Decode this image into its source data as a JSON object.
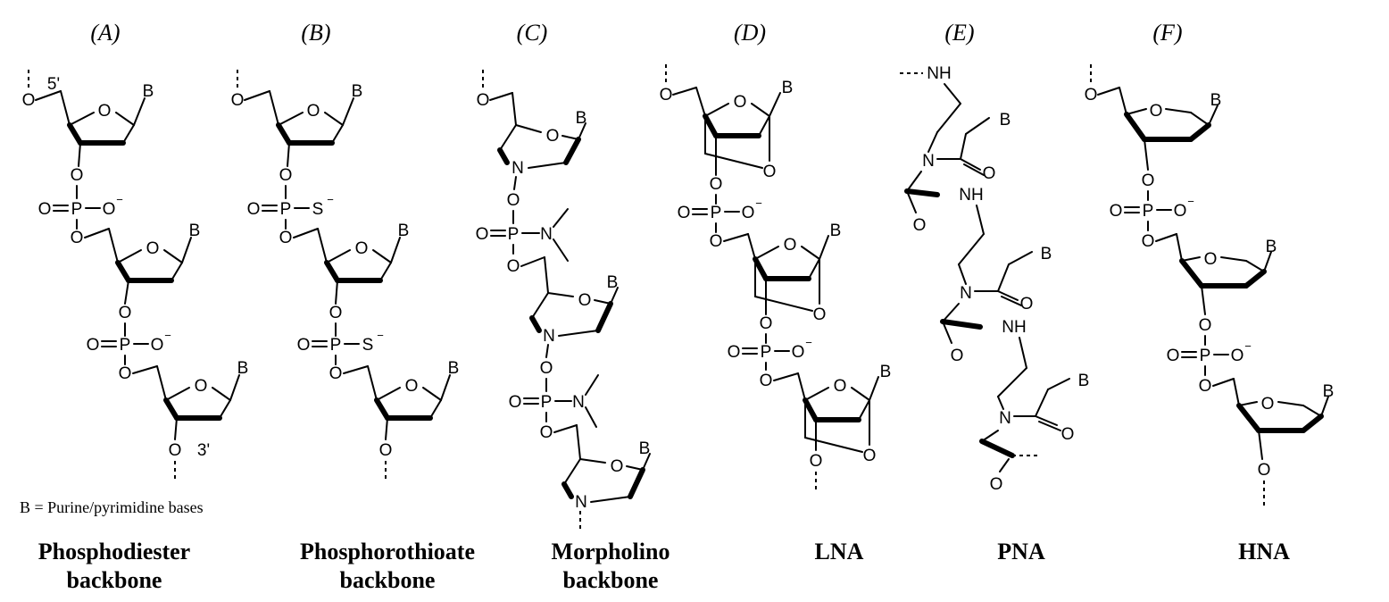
{
  "panels": [
    {
      "label": "(A)",
      "title_lines": [
        "Phosphodiester",
        "backbone"
      ]
    },
    {
      "label": "(B)",
      "title_lines": [
        "Phosphorothioate",
        "backbone"
      ]
    },
    {
      "label": "(C)",
      "title_lines": [
        "Morpholino",
        "backbone"
      ]
    },
    {
      "label": "(D)",
      "title_lines": [
        "LNA"
      ]
    },
    {
      "label": "(E)",
      "title_lines": [
        "PNA"
      ]
    },
    {
      "label": "(F)",
      "title_lines": [
        "HNA"
      ]
    }
  ],
  "legend_note": "B = Purine/pyrimidine bases",
  "atoms": {
    "oxygen": "O",
    "phosphorus": "P",
    "sulfur": "S",
    "nitrogen": "N",
    "amine": "NH",
    "base": "B",
    "negative": "−",
    "five_prime": "5'",
    "three_prime": "3'"
  }
}
